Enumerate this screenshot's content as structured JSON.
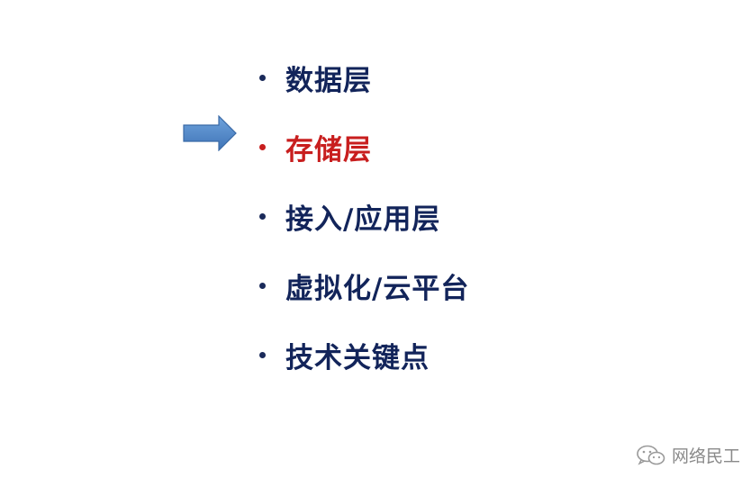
{
  "slide": {
    "items": [
      {
        "label": "数据层",
        "active": false
      },
      {
        "label": "存储层",
        "active": true
      },
      {
        "label": "接入/应用层",
        "active": false
      },
      {
        "label": "虚拟化/云平台",
        "active": false
      },
      {
        "label": "技术关键点",
        "active": false
      }
    ],
    "active_color": "#c81e1e",
    "text_color": "#12245a",
    "arrow_icon": "right-arrow-icon",
    "arrow_color": "#4f86c6"
  },
  "watermark": {
    "icon": "wechat-icon",
    "text": "网络民工"
  }
}
